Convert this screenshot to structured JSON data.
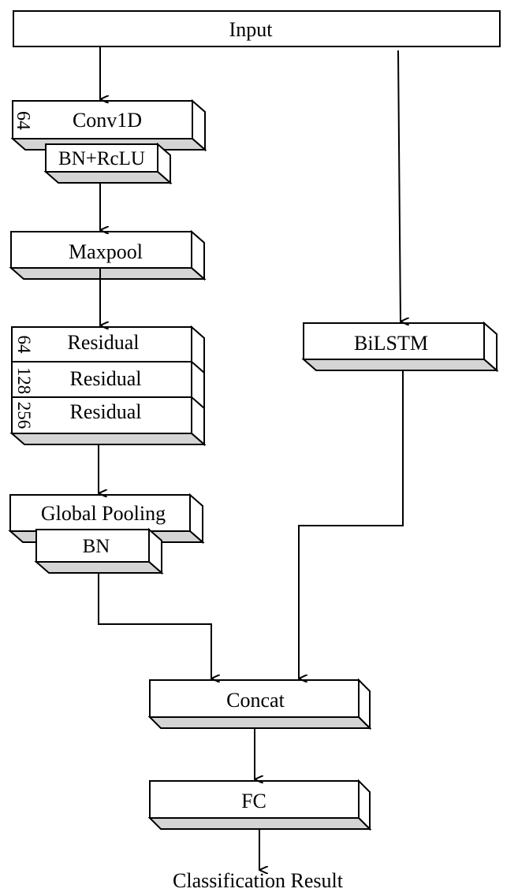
{
  "nodes": {
    "input": "Input",
    "conv1d": "Conv1D",
    "conv_filters": "64",
    "bn_relu": "BN+RcLU",
    "maxpool": "Maxpool",
    "residual_1": "Residual",
    "residual_2": "Residual",
    "residual_3": "Residual",
    "res_filters_1": "64",
    "res_filters_2": "128",
    "res_filters_3": "256",
    "global_pooling": "Global Pooling",
    "bn": "BN",
    "bilstm": "BiLSTM",
    "concat": "Concat",
    "fc": "FC",
    "result": "Classification Result"
  }
}
